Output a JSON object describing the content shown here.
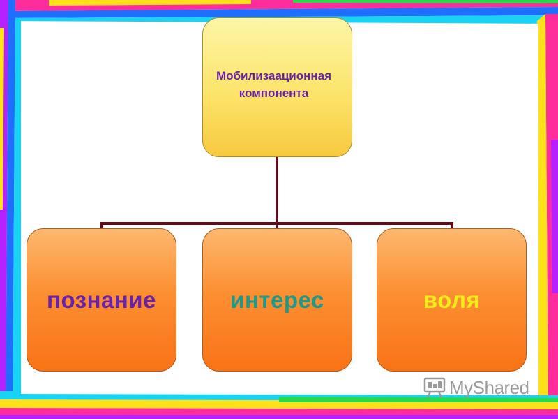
{
  "diagram": {
    "root": {
      "label": "Мобилизаационная компонента",
      "fill_top": "#fdf6a8",
      "fill_bottom": "#f7c93e",
      "text_color": "#6a22a8"
    },
    "children": [
      {
        "label": "познание",
        "text_color": "#6a22a8"
      },
      {
        "label": "интерес",
        "text_color": "#1c9a8a"
      },
      {
        "label": "воля",
        "text_color": "#f5ea1a"
      }
    ],
    "child_fill_top": "#fdb870",
    "child_fill_bottom": "#f97316",
    "connector_color": "#5c0f1a"
  },
  "frame": {
    "colors": [
      "#ff2d9b",
      "#1f6fff",
      "#ffe11a",
      "#19d3f5",
      "#b521ff",
      "#2ad94a",
      "#ff7a1a"
    ]
  },
  "watermark": {
    "text": "MyShared",
    "icon": "projector-icon"
  }
}
